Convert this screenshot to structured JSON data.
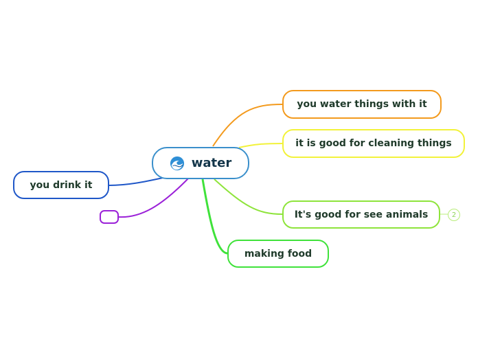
{
  "map": {
    "root": {
      "label": "water",
      "icon": "wave-icon",
      "color": "#3a8fcb"
    },
    "topics": [
      {
        "id": "topic-water-things",
        "label": "you water things with it",
        "color": "#f39a1d"
      },
      {
        "id": "topic-cleaning",
        "label": "it is good for cleaning things",
        "color": "#f2f23a"
      },
      {
        "id": "topic-animals",
        "label": "It's good for see animals",
        "color": "#8ee43b",
        "badge": "2"
      },
      {
        "id": "topic-making-food",
        "label": "making food",
        "color": "#3fe23a"
      },
      {
        "id": "topic-drink",
        "label": "you drink it",
        "color": "#1f57c8"
      },
      {
        "id": "topic-empty",
        "label": "",
        "color": "#9b21d8"
      }
    ]
  }
}
